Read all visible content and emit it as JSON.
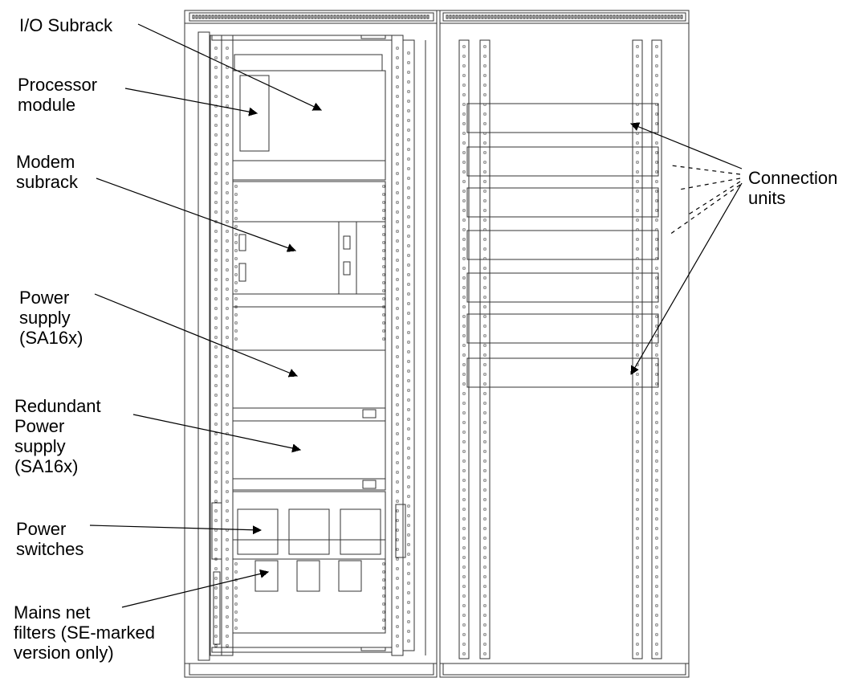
{
  "labels": {
    "io_subrack": [
      "I/O Subrack"
    ],
    "processor_module": [
      "Processor",
      "module"
    ],
    "modem_subrack": [
      "Modem",
      "subrack"
    ],
    "power_supply": [
      "Power",
      "supply",
      "(SA16x)"
    ],
    "redundant_power_supply": [
      "Redundant",
      "Power",
      "supply",
      "(SA16x)"
    ],
    "power_switches": [
      "Power",
      "switches"
    ],
    "mains_net_filters": [
      "Mains net",
      "filters (SE-marked",
      "version only)"
    ],
    "connection_units": [
      "Connection",
      "units"
    ]
  },
  "colors": {
    "line": "#333333",
    "text": "#000000",
    "background": "#ffffff"
  }
}
